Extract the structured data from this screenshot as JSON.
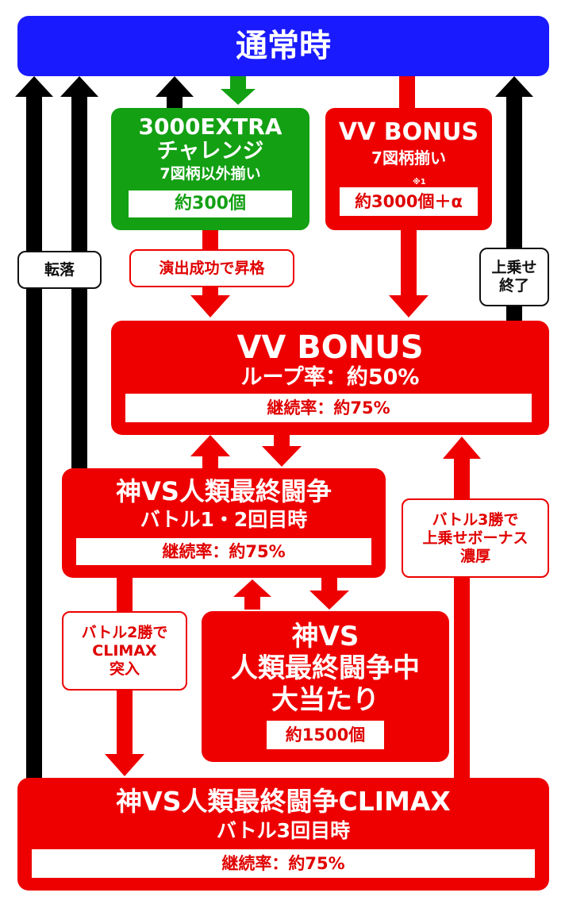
{
  "top": {
    "title": "通常時"
  },
  "extra": {
    "line1": "3000EXTRA",
    "line2": "チャレンジ",
    "line3": "7図柄以外揃い",
    "payout": "約300個"
  },
  "vv_top": {
    "title": "VV BONUS",
    "sub": "7図柄揃い",
    "note": "※1",
    "payout": "約3000個＋α"
  },
  "vv_main": {
    "title": "VV BONUS",
    "sub": "ループ率：約50%",
    "rate": "継続率：約75%"
  },
  "kami1": {
    "title": "神VS人類最終闘争",
    "sub": "バトル1・2回目時",
    "rate": "継続率：約75%"
  },
  "kami_win": {
    "line1": "神VS",
    "line2": "人類最終闘争中",
    "line3": "大当たり",
    "payout": "約1500個"
  },
  "climax": {
    "title": "神VS人類最終闘争CLIMAX",
    "sub": "バトル3回目時",
    "rate": "継続率：約75%"
  },
  "labels": {
    "fall": "転落",
    "promote": "演出成功で昇格",
    "end1": "上乗せ",
    "end2": "終了",
    "win2_1": "バトル2勝で",
    "win2_2": "CLIMAX",
    "win2_3": "突入",
    "win3_1": "バトル3勝で",
    "win3_2": "上乗せボーナス",
    "win3_3": "濃厚"
  },
  "colors": {
    "red": "#ee0000",
    "green": "#13a013",
    "blue": "#1a1aff",
    "black": "#000000"
  }
}
